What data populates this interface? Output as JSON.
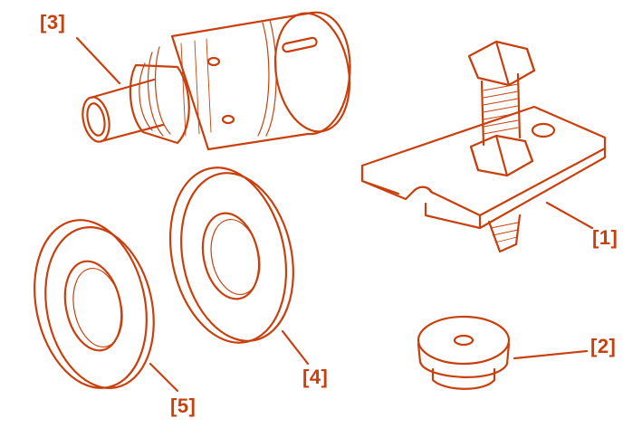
{
  "colors": {
    "line": "#c8400e",
    "label": "#c8400e",
    "background": "#ffffff"
  },
  "callouts": {
    "c1": "[1]",
    "c2": "[2]",
    "c3": "[3]",
    "c4": "[4]",
    "c5": "[5]"
  }
}
